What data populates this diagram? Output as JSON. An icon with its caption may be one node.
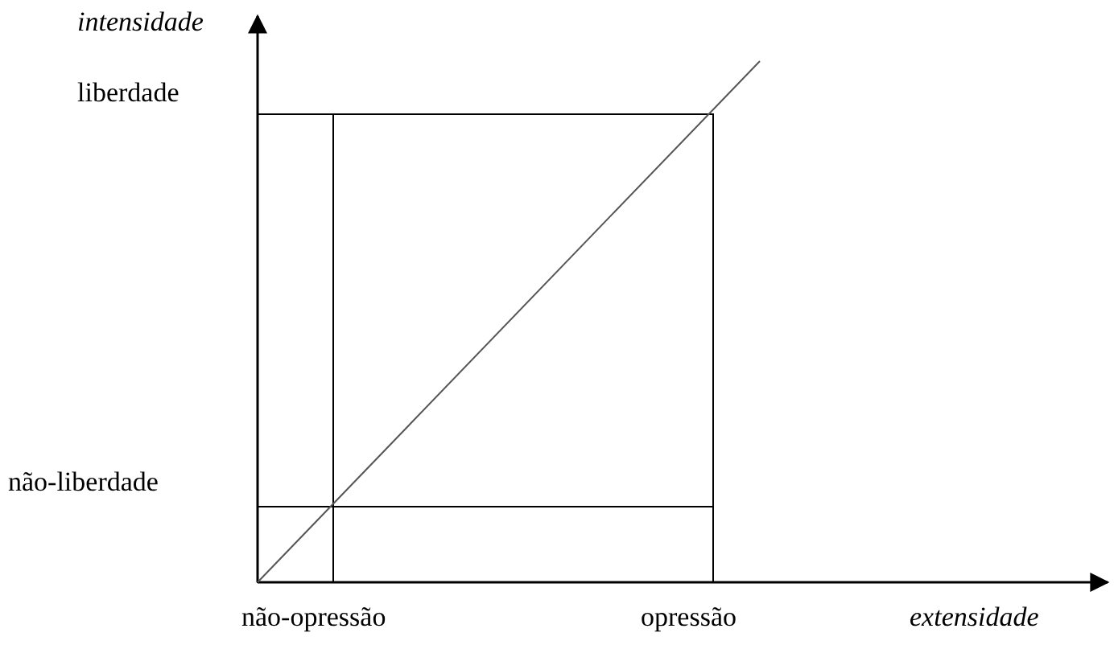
{
  "diagram": {
    "labels": [
      "intensidade",
      "liberdade",
      "não-liberdade",
      "não-opressão",
      "opressão",
      "extensidade"
    ]
  }
}
